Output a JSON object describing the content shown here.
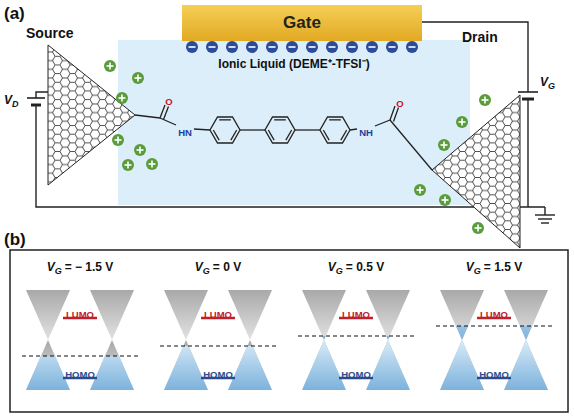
{
  "diagram": {
    "nodes": [
      {
        "text": [
          "Gate"
        ]
      },
      {
        "text": [
          "Ionic Liquid (DEME⁺-TFSI⁻)"
        ]
      }
    ],
    "labels": [
      "(a)",
      "Source",
      "Drain",
      "V",
      "D",
      "V",
      "G",
      "O",
      "HN",
      "NH",
      "O",
      "(b)",
      "V",
      "G",
      "= − 1.5 V",
      "LUMO",
      "HOMO",
      "V",
      "G",
      "= 0 V",
      "LUMO",
      "HOMO",
      "V",
      "G",
      "= 0.5 V",
      "LUMO",
      "HOMO",
      "V",
      "G",
      "= 1.5 V",
      "LUMO",
      "HOMO"
    ]
  }
}
